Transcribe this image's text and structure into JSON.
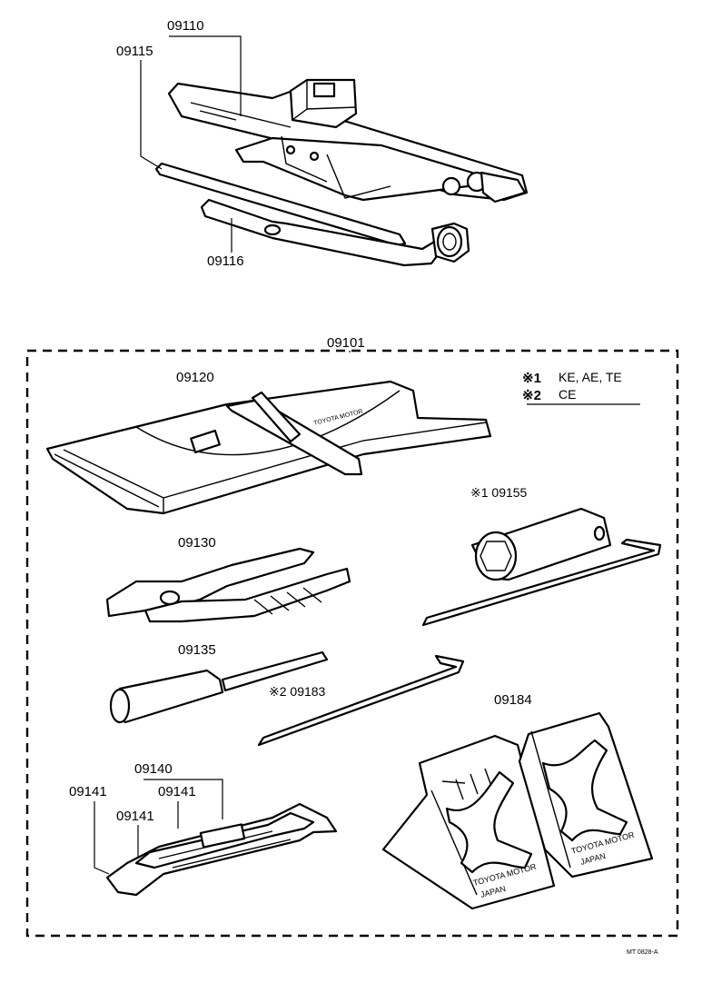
{
  "labels": {
    "jack_assembly": "09110",
    "jack_handle": "09115",
    "wheel_wrench": "09116",
    "tool_set": "09101",
    "tool_bag": "09120",
    "pliers": "09130",
    "screwdriver": "09135",
    "wrench_set": "09140",
    "wrench_a": "09141",
    "wrench_b": "09141",
    "wrench_c": "09141",
    "hub_nut_wrench": "※1 09155",
    "hub_nut_wrench_2": "※2  09183",
    "wheel_chocks": "09184"
  },
  "legend": {
    "line1_mark": "※1",
    "line1_text": "KE, AE, TE",
    "line2_mark": "※2",
    "line2_text": "CE"
  },
  "imprints": {
    "bag_text": "TOYOTA MOTOR",
    "chock_brand": "TOYOTA MOTOR",
    "chock_origin": "JAPAN"
  },
  "footer": {
    "figure_code": "MT 0828-A"
  }
}
